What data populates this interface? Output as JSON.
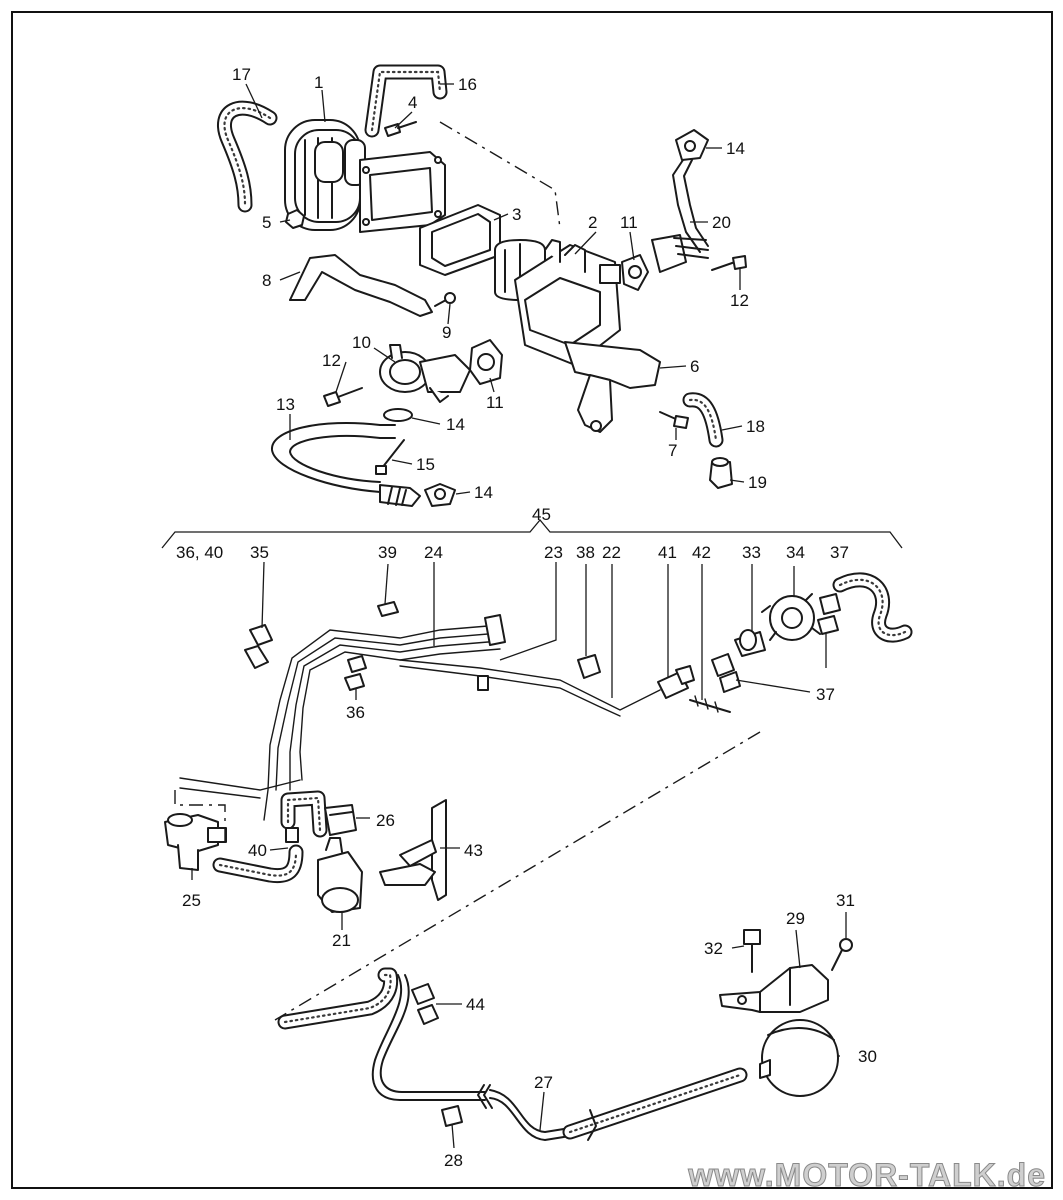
{
  "callouts": {
    "c1": "1",
    "c2": "2",
    "c3": "3",
    "c4": "4",
    "c5": "5",
    "c6": "6",
    "c7": "7",
    "c8": "8",
    "c9": "9",
    "c10": "10",
    "c11a": "11",
    "c11b": "11",
    "c12a": "12",
    "c12b": "12",
    "c13": "13",
    "c14a": "14",
    "c14b": "14",
    "c14c": "14",
    "c15": "15",
    "c16": "16",
    "c17": "17",
    "c18": "18",
    "c19": "19",
    "c20": "20",
    "c21": "21",
    "c22": "22",
    "c23": "23",
    "c24": "24",
    "c25": "25",
    "c26": "26",
    "c27": "27",
    "c28": "28",
    "c29": "29",
    "c30": "30",
    "c31": "31",
    "c32": "32",
    "c33": "33",
    "c34": "34",
    "c35": "35",
    "c36_40": "36, 40",
    "c36": "36",
    "c37a": "37",
    "c37b": "37",
    "c38": "38",
    "c39": "39",
    "c40": "40",
    "c41": "41",
    "c42": "42",
    "c43": "43",
    "c44": "44",
    "c45": "45"
  },
  "watermark": "www.MOTOR-TALK.de"
}
